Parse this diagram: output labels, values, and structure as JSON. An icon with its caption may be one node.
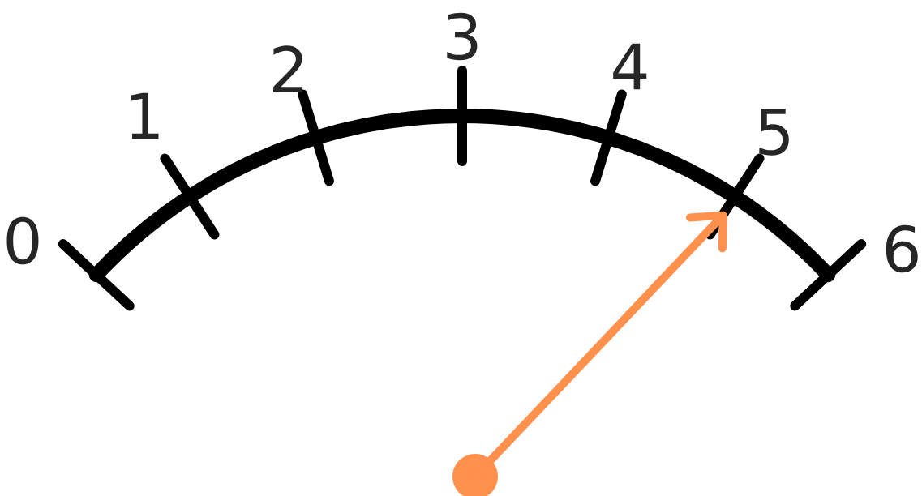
{
  "diagram": {
    "labels": [
      "0",
      "1",
      "2",
      "3",
      "4",
      "5",
      "6"
    ]
  }
}
